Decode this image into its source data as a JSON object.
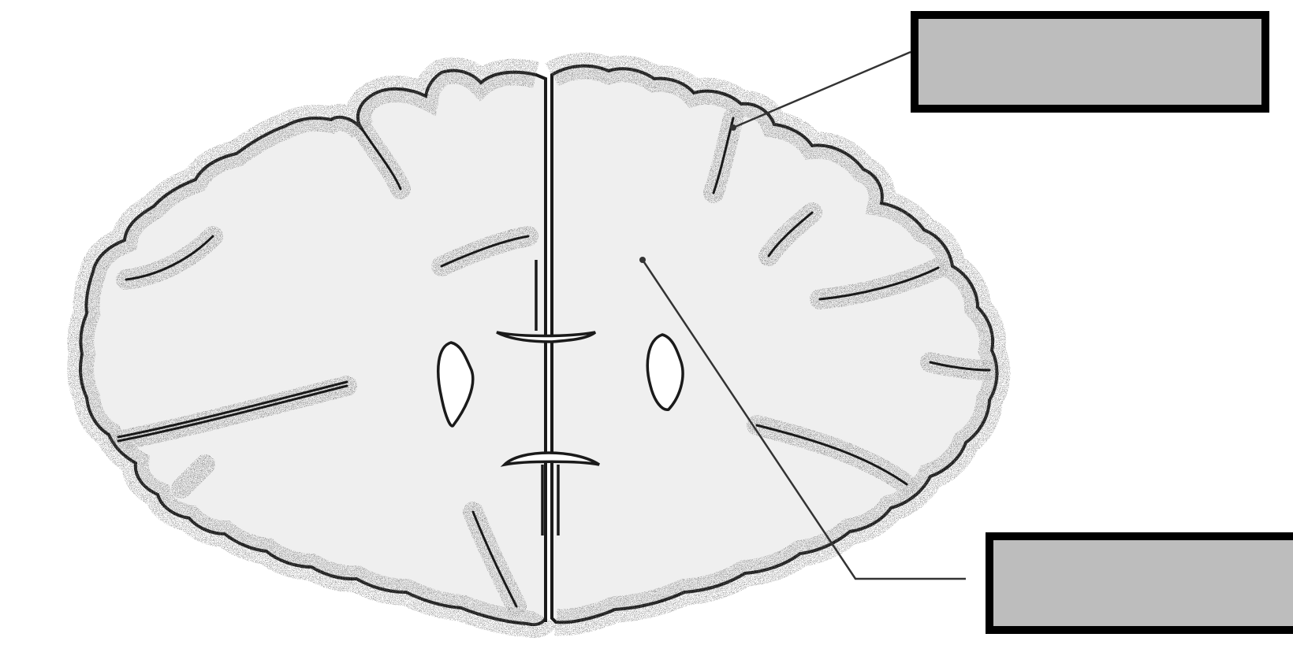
{
  "diagram": {
    "subject": "brain-coronal-section",
    "colors": {
      "background": "#ffffff",
      "tissue_fill": "#efefef",
      "cortex_speckle": "#6e6e6e",
      "outline": "#1a1a1a",
      "label_box_fill": "#bdbdbd",
      "label_box_border": "#000000",
      "leader_line": "#333333"
    },
    "labels": [
      {
        "id": "top",
        "text": ""
      },
      {
        "id": "bottom",
        "text": ""
      }
    ]
  }
}
